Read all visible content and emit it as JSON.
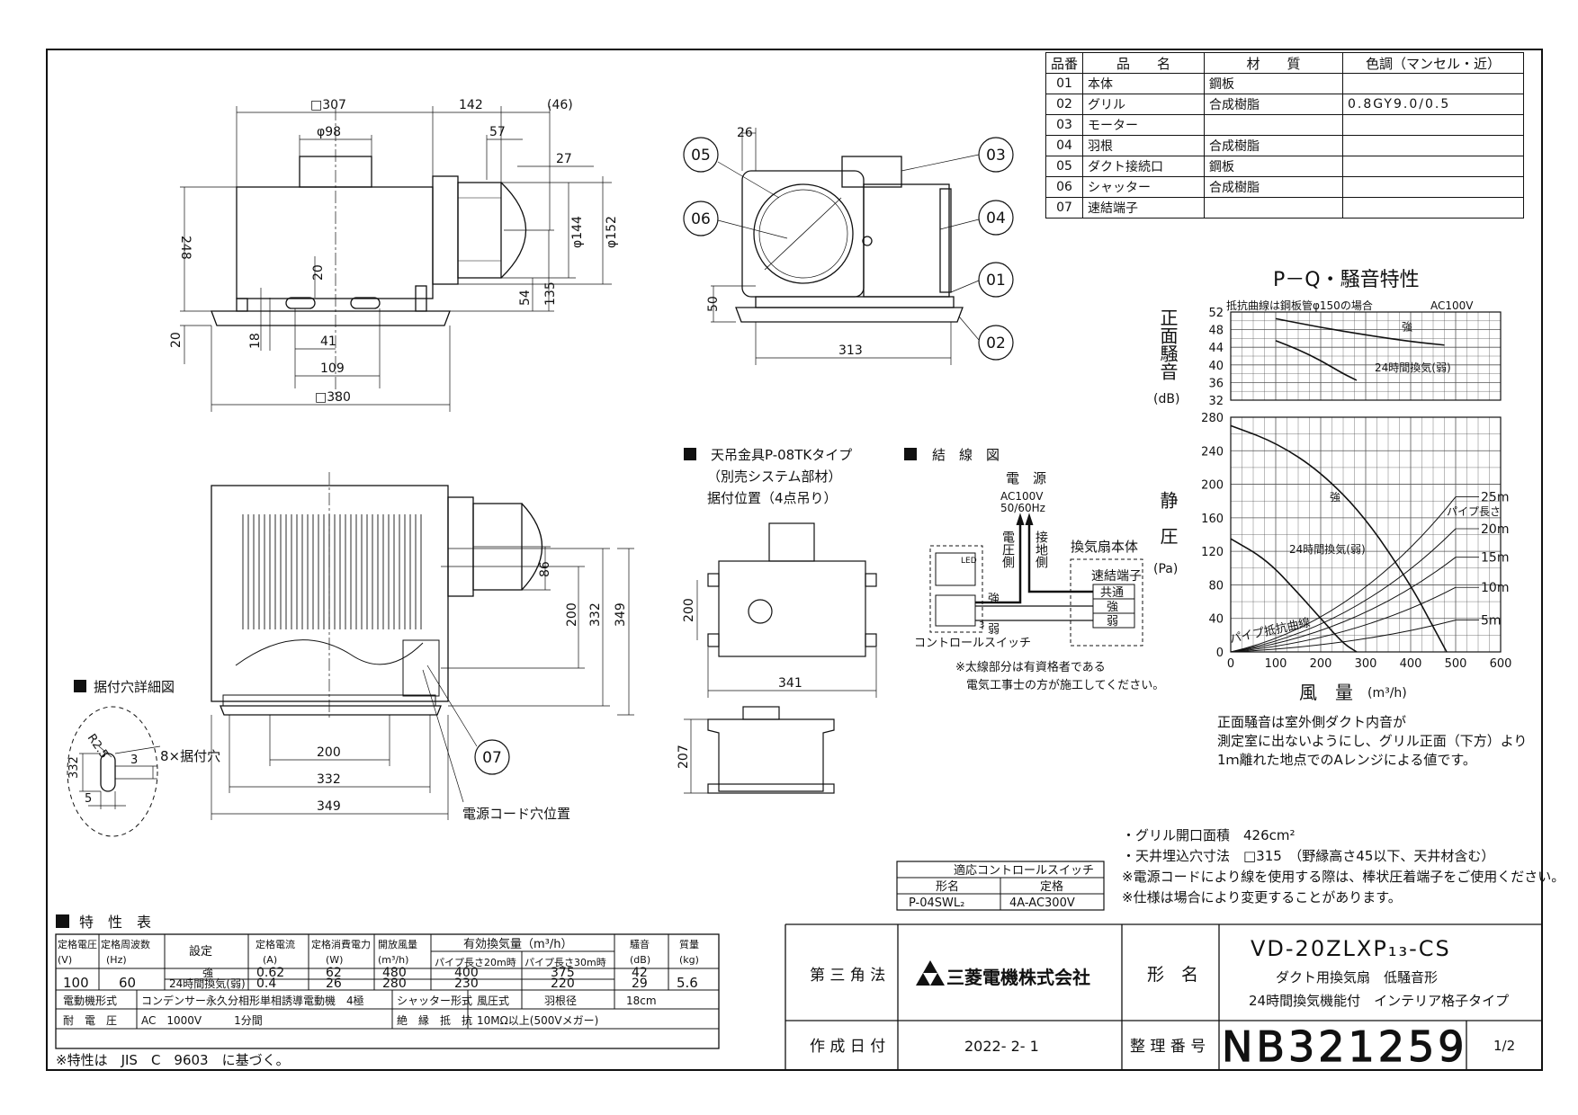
{
  "parts_table": {
    "headers": [
      "品番",
      "品　　名",
      "材　　質",
      "色調（マンセル・近）"
    ],
    "rows": [
      [
        "01",
        "本体",
        "鋼板",
        ""
      ],
      [
        "02",
        "グリル",
        "合成樹脂",
        "0.8GY9.0/0.5"
      ],
      [
        "03",
        "モーター",
        "",
        ""
      ],
      [
        "04",
        "羽根",
        "合成樹脂",
        ""
      ],
      [
        "05",
        "ダクト接続口",
        "鋼板",
        ""
      ],
      [
        "06",
        "シャッター",
        "合成樹脂",
        ""
      ],
      [
        "07",
        "速結端子",
        "",
        ""
      ]
    ]
  },
  "dimensions": {
    "front": {
      "d307": "□307",
      "d142": "142",
      "d46": "(46)",
      "d98": "φ98",
      "d57": "57",
      "d27": "27",
      "d248": "248",
      "d144": "φ144",
      "d152": "φ152",
      "d20a": "20",
      "d54": "54",
      "d135": "135",
      "d18": "18",
      "d41": "41",
      "d109": "109",
      "d20b": "20",
      "d380": "□380"
    },
    "side": {
      "d26": "26",
      "d50": "50",
      "d313": "313"
    },
    "bottom": {
      "d86": "86",
      "d200v": "200",
      "d332v": "332",
      "d349v": "349",
      "d200h": "200",
      "d332h": "332",
      "d349h": "349"
    }
  },
  "callouts": [
    "05",
    "06",
    "03",
    "04",
    "01",
    "02",
    "07"
  ],
  "labels": {
    "cord_hole": "電源コード穴位置",
    "mount_detail": "据付穴詳細図",
    "mount_holes": "8×据付穴",
    "detail_dims": {
      "d332": "332",
      "r25": "R2.5",
      "d3": "3",
      "d5": "5"
    }
  },
  "hanger": {
    "title": "天吊金具P-08TKタイプ",
    "subtitle": "（別売システム部材）",
    "position": "据付位置（4点吊り）",
    "d200": "200",
    "d341": "341",
    "d207": "207"
  },
  "wiring": {
    "title": "結　線　図",
    "power": "電　源",
    "voltage": "AC100V",
    "freq": "50/60Hz",
    "voltage_side": "電圧側",
    "ground_side": "接地側",
    "body": "換気扇本体",
    "terminal": "速結端子",
    "t_common": "共通",
    "t_strong": "強",
    "t_weak": "弱",
    "sw_strong": "強",
    "sw_weak": "弱",
    "led": "LED",
    "num3": "3",
    "switch": "コントロールスイッチ",
    "note1": "※太線部分は有資格者である",
    "note2": "電気工事士の方が施工してください。"
  },
  "chart_data": {
    "type": "line",
    "title": "P－Q・騒音特性",
    "noise_note": "抵抗曲線は鋼板管φ150の場合",
    "voltage": "AC100V",
    "noise_ylabel": "正面騒音",
    "noise_unit": "(dB)",
    "pressure_ylabel": "静圧",
    "pressure_unit": "(Pa)",
    "xlabel": "風　量",
    "xunit": "(m³/h)",
    "x_ticks": [
      0,
      100,
      200,
      300,
      400,
      500,
      600
    ],
    "noise_ticks": [
      32,
      36,
      40,
      44,
      48,
      52
    ],
    "pressure_ticks": [
      0,
      40,
      80,
      120,
      160,
      200,
      240,
      280
    ],
    "noise_ylim": [
      32,
      52
    ],
    "pressure_ylim": [
      0,
      280
    ],
    "xlim": [
      0,
      600
    ],
    "noise_series": [
      {
        "name": "強",
        "points": [
          [
            100,
            50.5
          ],
          [
            200,
            48.5
          ],
          [
            300,
            46.8
          ],
          [
            400,
            45.3
          ],
          [
            475,
            44.5
          ]
        ]
      },
      {
        "name": "24時間換気(弱)",
        "points": [
          [
            100,
            45.5
          ],
          [
            150,
            43.5
          ],
          [
            200,
            41.0
          ],
          [
            250,
            38.0
          ],
          [
            280,
            36.5
          ]
        ]
      }
    ],
    "pq_series": [
      {
        "name": "強",
        "points": [
          [
            0,
            270
          ],
          [
            100,
            250
          ],
          [
            200,
            215
          ],
          [
            300,
            160
          ],
          [
            400,
            80
          ],
          [
            450,
            30
          ],
          [
            480,
            0
          ]
        ]
      },
      {
        "name": "24時間換気(弱)",
        "points": [
          [
            0,
            135
          ],
          [
            80,
            110
          ],
          [
            150,
            70
          ],
          [
            200,
            40
          ],
          [
            250,
            10
          ],
          [
            280,
            0
          ]
        ]
      }
    ],
    "resistance_label": "パイプ抵抗曲線",
    "pipe_label": "パイプ長さ",
    "resistance_curves": [
      {
        "name": "25m",
        "end": [
          500,
          185
        ]
      },
      {
        "name": "20m",
        "end": [
          500,
          147
        ]
      },
      {
        "name": "15m",
        "end": [
          500,
          113
        ]
      },
      {
        "name": "10m",
        "end": [
          500,
          77
        ]
      },
      {
        "name": "5m",
        "end": [
          500,
          38
        ]
      }
    ]
  },
  "measurement_note": [
    "正面騒音は室外側ダクト内音が",
    "測定室に出ないようにし、グリル正面（下方）より",
    "1ｍ離れた地点でのAレンジによる値です。"
  ],
  "spec_notes": [
    "・グリル開口面積　426cm²",
    "・天井埋込穴寸法　□315　（野縁高さ45以下、天井材含む）",
    "※電源コードにより線を使用する際は、棒状圧着端子をご使用ください。",
    "※仕様は場合により変更することがあります。"
  ],
  "control_switch": {
    "title": "適応コントロールスイッチ",
    "h1": "形名",
    "h2": "定格",
    "model": "P-04SWL₂",
    "rating": "4A-AC300V"
  },
  "characteristics": {
    "title": "特　性　表",
    "h_voltage": "定格電圧\n(V)",
    "h_freq": "定格周波数\n(Hz)",
    "h_setting": "設定",
    "h_current": "定格電流\n(A)",
    "h_power": "定格消費電力\n(W)",
    "h_air": "開放風量\n(m³/h)",
    "h_effective": "有効換気量（m³/h）",
    "h_p20": "パイプ長さ20m時",
    "h_p30": "パイプ長さ30m時",
    "h_noise": "騒音\n(dB)",
    "h_mass": "質量\n(kg)",
    "voltage": "100",
    "freq": "60",
    "mass": "5.6",
    "rows": [
      {
        "setting": "強",
        "current": "0.62",
        "power": "62",
        "air": "480",
        "p20": "400",
        "p30": "375",
        "noise": "42"
      },
      {
        "setting": "24時間換気(弱)",
        "current": "0.4",
        "power": "26",
        "air": "280",
        "p20": "230",
        "p30": "220",
        "noise": "29"
      }
    ],
    "motor_label": "電動機形式",
    "motor_value": "コンデンサー永久分相形単相誘導電動機　4極",
    "shutter_label": "シャッター形式",
    "shutter_value": "風圧式",
    "fan_label": "羽根径",
    "fan_value": "18cm",
    "withstand_label": "耐　電　圧",
    "withstand_value": "AC　1000V　　　1分間",
    "insulation_label": "絶　縁　抵　抗",
    "insulation_value": "10MΩ以上(500Vメガー)",
    "footnote": "※特性は　JIS　C　9603　に基づく。"
  },
  "title_block": {
    "projection": "第 三 角 法",
    "company": "三菱電機株式会社",
    "model_label": "形　名",
    "model": "VD-20ZLXP₁₃-CS",
    "desc1": "ダクト用換気扇　低騒音形",
    "desc2": "24時間換気機能付　インテリア格子タイプ",
    "date_label": "作 成 日 付",
    "date": "2022- 2- 1",
    "number_label": "整 理 番 号",
    "number": "NB321259",
    "page": "1/2"
  }
}
